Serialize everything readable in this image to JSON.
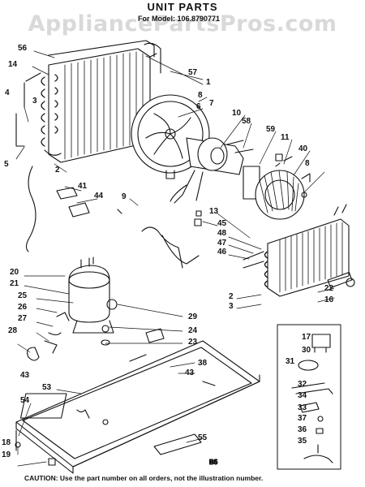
{
  "watermark": "AppliancePartsPros.com",
  "header": {
    "title": "UNIT PARTS",
    "model_line": "For Model: 106.8790771"
  },
  "footer": {
    "caution": "CAUTION: Use the part number on all orders, not the illustration number."
  },
  "figure_tag": "B5",
  "callouts": [
    "56",
    "57",
    "14",
    "1",
    "3",
    "4",
    "8",
    "7",
    "10",
    "58",
    "59",
    "11",
    "40",
    "5",
    "2",
    "41",
    "44",
    "9",
    "13",
    "45",
    "48",
    "47",
    "46",
    "20",
    "21",
    "25",
    "26",
    "27",
    "28",
    "29",
    "24",
    "23",
    "22",
    "16",
    "17",
    "30",
    "31",
    "32",
    "34",
    "33",
    "37",
    "36",
    "35",
    "38",
    "43",
    "53",
    "54",
    "18",
    "19",
    "55",
    "8",
    "2",
    "3",
    "43",
    "6"
  ]
}
